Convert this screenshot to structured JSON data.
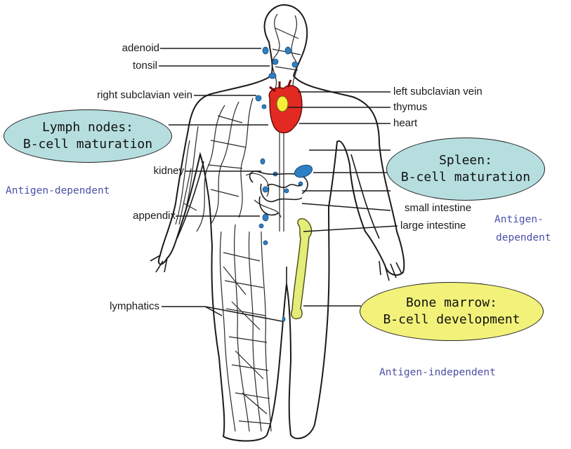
{
  "labels": {
    "adenoid": "adenoid",
    "tonsil": "tonsil",
    "right_subclavian_vein": "right subclavian vein",
    "kidney_partial": "kidney",
    "appendix": "appendix",
    "lymphatics": "lymphatics",
    "left_subclavian_vein": "left subclavian vein",
    "thymus": "thymus",
    "heart": "heart",
    "small_intestine_partial": "small intestine",
    "large_intestine": "large intestine"
  },
  "callouts": {
    "lymph_nodes": {
      "line1": "Lymph nodes:",
      "line2": "B-cell maturation",
      "note": "Antigen-dependent"
    },
    "spleen": {
      "line1": "Spleen:",
      "line2": "B-cell maturation",
      "note_line1": "Antigen-",
      "note_line2": "dependent"
    },
    "bone_marrow": {
      "line1": "Bone marrow:",
      "line2": "B-cell development",
      "note": "Antigen-independent"
    }
  },
  "colors": {
    "callout_teal": "#b6dedf",
    "callout_yellow": "#f2f27a",
    "note_blue": "#4b4fa6",
    "lymph_node_blue": "#2f7fc4",
    "heart_red": "#e22a22",
    "thymus_yellow": "#f6ee3a",
    "bone_yellow": "#e4ec7a",
    "spleen_blue": "#2f7fc4"
  },
  "icons": {
    "figure": "human-lymphatic-system-illustration"
  }
}
